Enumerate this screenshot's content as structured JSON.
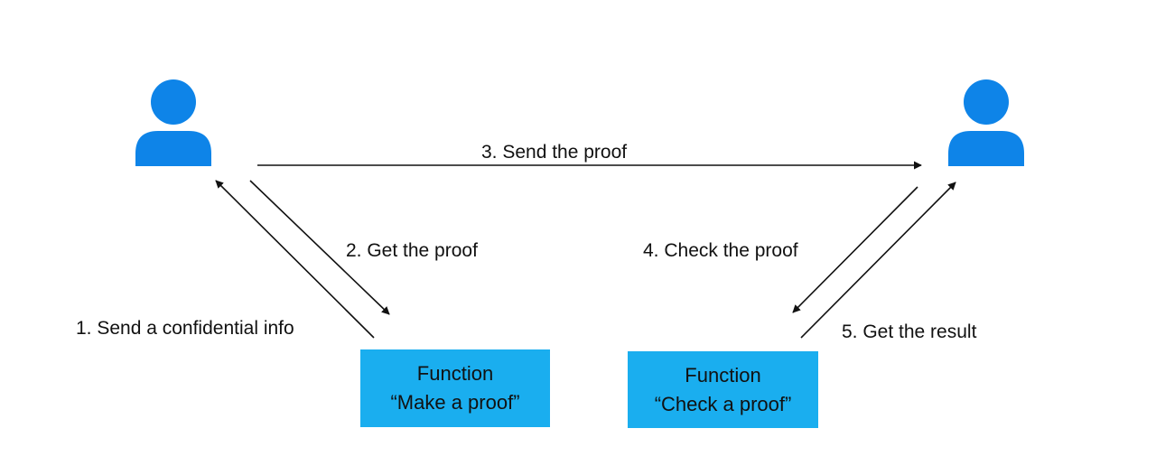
{
  "colors": {
    "user_icon": "#0e84e8",
    "box": "#1aaeef",
    "arrow": "#111111",
    "background": "#ffffff"
  },
  "icons": {
    "left_user": "user-icon",
    "right_user": "user-icon"
  },
  "steps": {
    "step1": "1. Send a confidential info",
    "step2": "2. Get the proof",
    "step3": "3. Send the proof",
    "step4": "4. Check the proof",
    "step5": "5. Get the result"
  },
  "boxes": {
    "make": {
      "line1": "Function",
      "line2": "“Make a proof”"
    },
    "check": {
      "line1": "Function",
      "line2": "“Check a proof”"
    }
  }
}
